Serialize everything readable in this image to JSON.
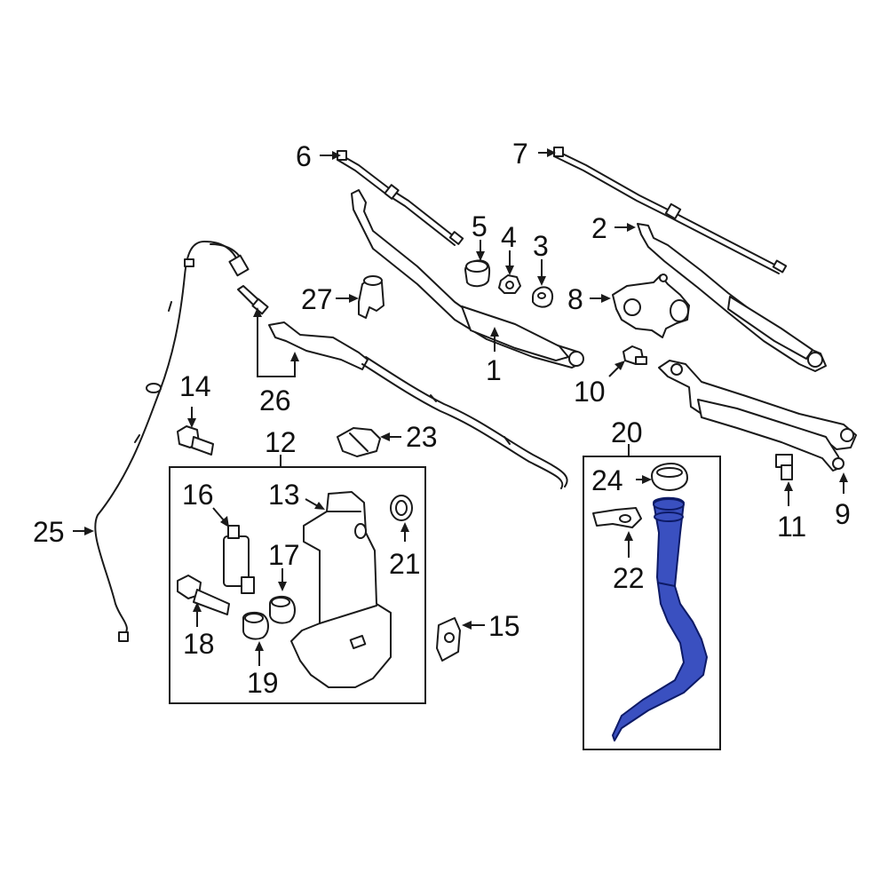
{
  "callouts": {
    "c1": "1",
    "c2": "2",
    "c3": "3",
    "c4": "4",
    "c5": "5",
    "c6": "6",
    "c7": "7",
    "c8": "8",
    "c9": "9",
    "c10": "10",
    "c11": "11",
    "c12": "12",
    "c13": "13",
    "c14": "14",
    "c15": "15",
    "c16": "16",
    "c17": "17",
    "c18": "18",
    "c19": "19",
    "c20": "20",
    "c21": "21",
    "c22": "22",
    "c23": "23",
    "c24": "24",
    "c25": "25",
    "c26": "26",
    "c27": "27"
  },
  "colors": {
    "highlight_part": "#3a50c0",
    "line": "#1a1a1a",
    "background": "#ffffff"
  }
}
